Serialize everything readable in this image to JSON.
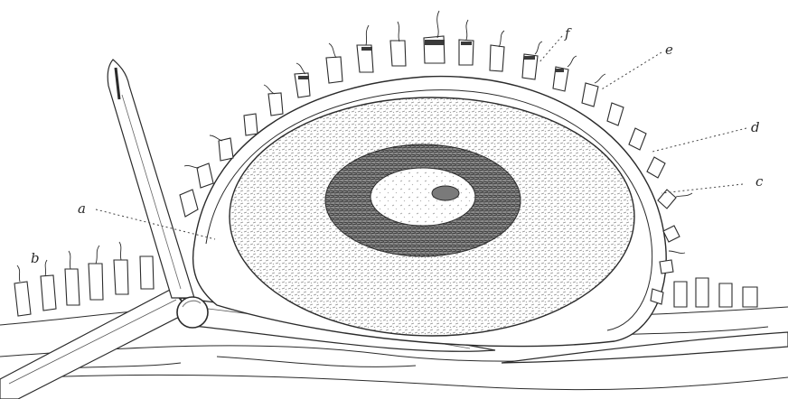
{
  "figure": {
    "labels": {
      "a": "a",
      "b": "b",
      "c": "c",
      "d": "d",
      "e": "e",
      "f": "f"
    }
  },
  "colors": {
    "background": "#ffffff",
    "ink": "#2b2b2b",
    "shading": "#6d6d6d",
    "dark_shading": "#3a3a3a"
  }
}
